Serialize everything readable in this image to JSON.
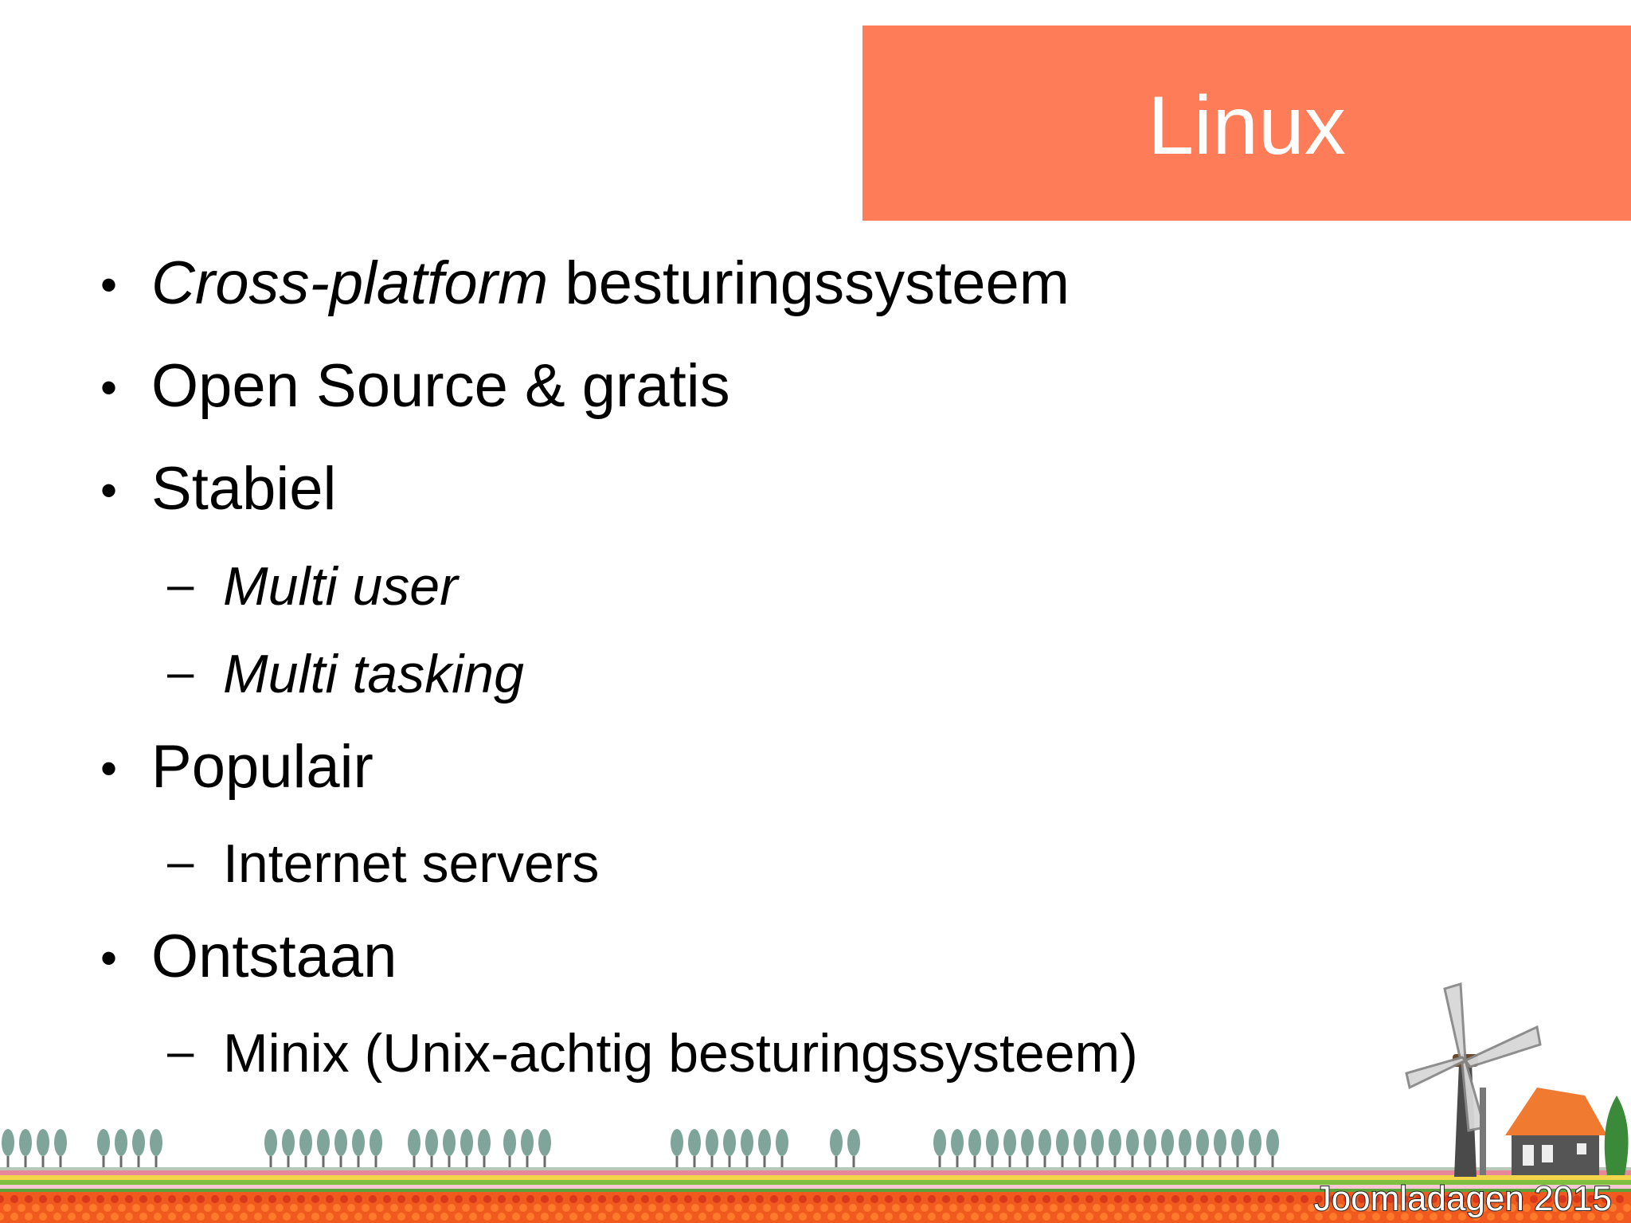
{
  "slide": {
    "title": "Linux",
    "footer": "Joomladagen 2015",
    "accent_color": "#ff7c58"
  },
  "bullets": [
    {
      "level": 1,
      "marker": "•",
      "parts": [
        {
          "text": "Cross-platform",
          "italic": true
        },
        {
          "text": " besturingssysteem",
          "italic": false
        }
      ]
    },
    {
      "level": 1,
      "marker": "•",
      "parts": [
        {
          "text": "Open Source & gratis",
          "italic": false
        }
      ]
    },
    {
      "level": 1,
      "marker": "•",
      "parts": [
        {
          "text": "Stabiel",
          "italic": false
        }
      ]
    },
    {
      "level": 2,
      "marker": "–",
      "parts": [
        {
          "text": "Multi user",
          "italic": true
        }
      ]
    },
    {
      "level": 2,
      "marker": "–",
      "parts": [
        {
          "text": "Multi tasking",
          "italic": true
        }
      ]
    },
    {
      "level": 1,
      "marker": "•",
      "parts": [
        {
          "text": "Populair",
          "italic": false
        }
      ]
    },
    {
      "level": 2,
      "marker": "–",
      "parts": [
        {
          "text": "Internet servers",
          "italic": false
        }
      ]
    },
    {
      "level": 1,
      "marker": "•",
      "parts": [
        {
          "text": "Ontstaan",
          "italic": false
        }
      ]
    },
    {
      "level": 2,
      "marker": "–",
      "parts": [
        {
          "text": "Minix (Unix-achtig besturingssysteem)",
          "italic": false
        }
      ]
    }
  ],
  "decoration": {
    "landscape": "dutch-tulip-fields-illustration",
    "windmill_icon": "windmill-icon",
    "house_icon": "house-icon"
  }
}
